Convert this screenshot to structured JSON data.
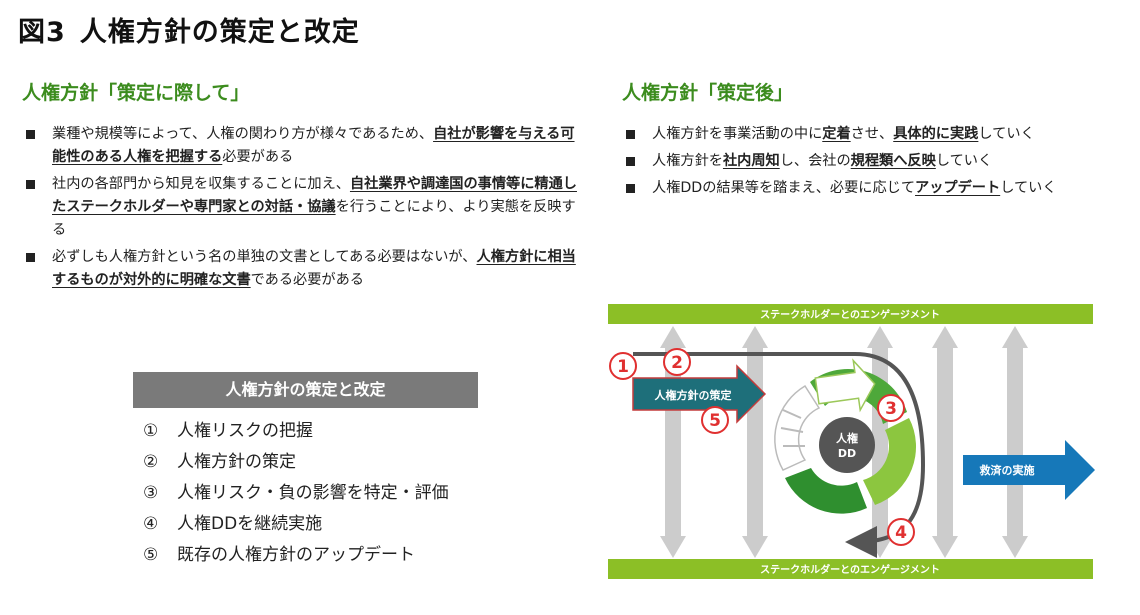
{
  "title": {
    "prefix": "図3",
    "main": "人権方針の策定と改定"
  },
  "before": {
    "heading": "人権方針「策定に際して」",
    "items": [
      {
        "segments": [
          {
            "t": "業種や規模等によって、人権の関わり方が様々であるため、",
            "em": false
          },
          {
            "t": "自社が影響を与える可能性のある人権を把握する",
            "em": true
          },
          {
            "t": "必要がある",
            "em": false
          }
        ]
      },
      {
        "segments": [
          {
            "t": "社内の各部門から知見を収集することに加え、",
            "em": false
          },
          {
            "t": "自社業界や調達国の事情等に精通したステークホルダーや専門家との対話・協議",
            "em": true
          },
          {
            "t": "を行うことにより、より実態を反映する",
            "em": false
          }
        ]
      },
      {
        "segments": [
          {
            "t": "必ずしも人権方針という名の単独の文書としてある必要はないが、",
            "em": false
          },
          {
            "t": "人権方針に相当するものが対外的に明確な文書",
            "em": true
          },
          {
            "t": "である必要がある",
            "em": false
          }
        ]
      }
    ]
  },
  "after": {
    "heading": "人権方針「策定後」",
    "items": [
      {
        "segments": [
          {
            "t": "人権方針を事業活動の中に",
            "em": false
          },
          {
            "t": "定着",
            "em": true
          },
          {
            "t": "させ、",
            "em": false
          },
          {
            "t": "具体的に実践",
            "em": true
          },
          {
            "t": "していく",
            "em": false
          }
        ]
      },
      {
        "segments": [
          {
            "t": "人権方針を",
            "em": false
          },
          {
            "t": "社内周知",
            "em": true
          },
          {
            "t": "し、会社の",
            "em": false
          },
          {
            "t": "規程類へ反映",
            "em": true
          },
          {
            "t": "していく",
            "em": false
          }
        ]
      },
      {
        "segments": [
          {
            "t": "人権DDの結果等を踏まえ、必要に応じて",
            "em": false
          },
          {
            "t": "アップデート",
            "em": true
          },
          {
            "t": "していく",
            "em": false
          }
        ]
      }
    ]
  },
  "process": {
    "heading": "人権方針の策定と改定",
    "steps": [
      {
        "num": "①",
        "label": "人権リスクの把握"
      },
      {
        "num": "②",
        "label": "人権方針の策定"
      },
      {
        "num": "③",
        "label": "人権リスク・負の影響を特定・評価"
      },
      {
        "num": "④",
        "label": "人権DDを継続実施"
      },
      {
        "num": "⑤",
        "label": "既存の人権方針のアップデート"
      }
    ]
  },
  "diagram": {
    "top_band": "ステークホルダーとのエンゲージメント",
    "bottom_band": "ステークホルダーとのエンゲージメント",
    "policy_arrow": "人権方針の策定",
    "remedy_arrow": "救済の実施",
    "center_line1": "人権",
    "center_line2": "DD",
    "markers": [
      "1",
      "2",
      "3",
      "4",
      "5"
    ],
    "colors": {
      "band": "#8cbf26",
      "teal": "#1e6f7a",
      "blue": "#1678b9",
      "marker": "#e03030",
      "green_dark": "#2f8f2f",
      "green_mid": "#4ea83a",
      "green_light": "#8cc63f",
      "hub": "#555555",
      "gray_arrow": "#cccccc"
    }
  }
}
